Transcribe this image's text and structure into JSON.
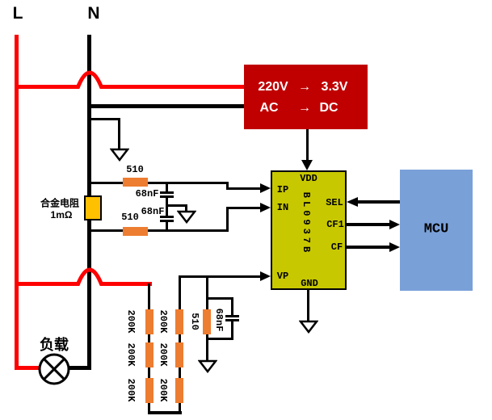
{
  "power": {
    "live_label": "L",
    "neutral_label": "N"
  },
  "converter": {
    "row1": {
      "left": "220V",
      "arrow": "→",
      "right": "3.3V"
    },
    "row2": {
      "left": "AC",
      "arrow": "→",
      "right": "DC"
    }
  },
  "shunt": {
    "name": "合金电阻",
    "value": "1mΩ"
  },
  "sense_filter": {
    "r_top": "510",
    "c_top": "68nF",
    "r_bottom": "510",
    "c_bottom": "68nF"
  },
  "ic": {
    "name": "BL0937B",
    "pins": {
      "vdd": "VDD",
      "ip": "IP",
      "in": "IN",
      "sel": "SEL",
      "cf1": "CF1",
      "cf": "CF",
      "vp": "VP",
      "gnd": "GND"
    }
  },
  "mcu": {
    "label": "MCU"
  },
  "voltage_divider": {
    "resistors": [
      "200K",
      "200K",
      "200K",
      "200K",
      "200K",
      "200K"
    ],
    "r_filter": "510",
    "c_filter": "68nF"
  },
  "load": {
    "label": "负载"
  },
  "colors": {
    "wire_red": "#FF0000",
    "wire_black": "#000000",
    "converter_bg": "#C00000",
    "ic_fill": "#C8C800",
    "mcu_fill": "#7AA0D8",
    "resistor_fill": "#ED7D31",
    "shunt_fill": "#FFC000"
  }
}
